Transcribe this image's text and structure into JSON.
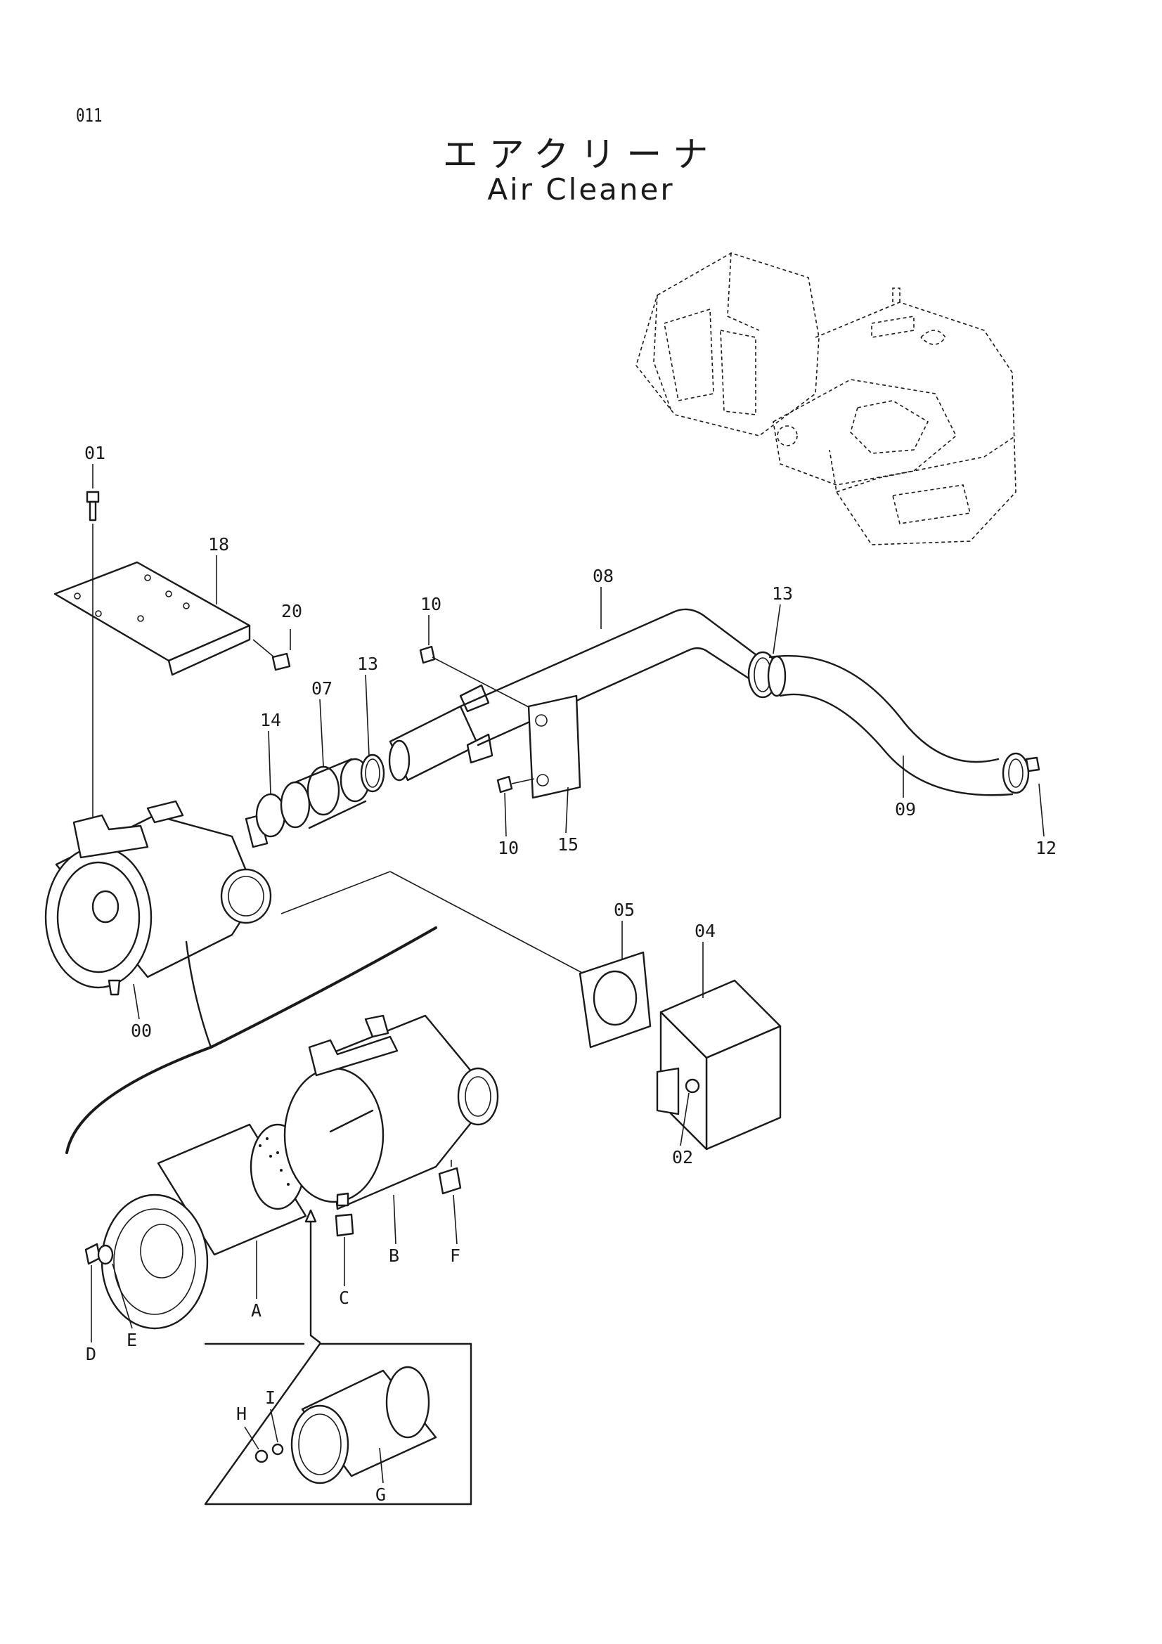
{
  "page": {
    "number": "011"
  },
  "title": {
    "japanese": "エアクリーナ",
    "english": "Air Cleaner"
  },
  "callouts": [
    {
      "id": "01",
      "text": "01"
    },
    {
      "id": "18",
      "text": "18"
    },
    {
      "id": "20",
      "text": "20"
    },
    {
      "id": "10a",
      "text": "10"
    },
    {
      "id": "08",
      "text": "08"
    },
    {
      "id": "13a",
      "text": "13"
    },
    {
      "id": "07",
      "text": "07"
    },
    {
      "id": "13b",
      "text": "13"
    },
    {
      "id": "14",
      "text": "14"
    },
    {
      "id": "10b",
      "text": "10"
    },
    {
      "id": "15",
      "text": "15"
    },
    {
      "id": "09",
      "text": "09"
    },
    {
      "id": "12",
      "text": "12"
    },
    {
      "id": "05",
      "text": "05"
    },
    {
      "id": "04",
      "text": "04"
    },
    {
      "id": "00",
      "text": "00"
    },
    {
      "id": "02",
      "text": "02"
    },
    {
      "id": "A",
      "text": "A"
    },
    {
      "id": "B",
      "text": "B"
    },
    {
      "id": "C",
      "text": "C"
    },
    {
      "id": "D",
      "text": "D"
    },
    {
      "id": "E",
      "text": "E"
    },
    {
      "id": "F",
      "text": "F"
    },
    {
      "id": "G",
      "text": "G"
    },
    {
      "id": "H",
      "text": "H"
    },
    {
      "id": "I",
      "text": "I"
    }
  ]
}
